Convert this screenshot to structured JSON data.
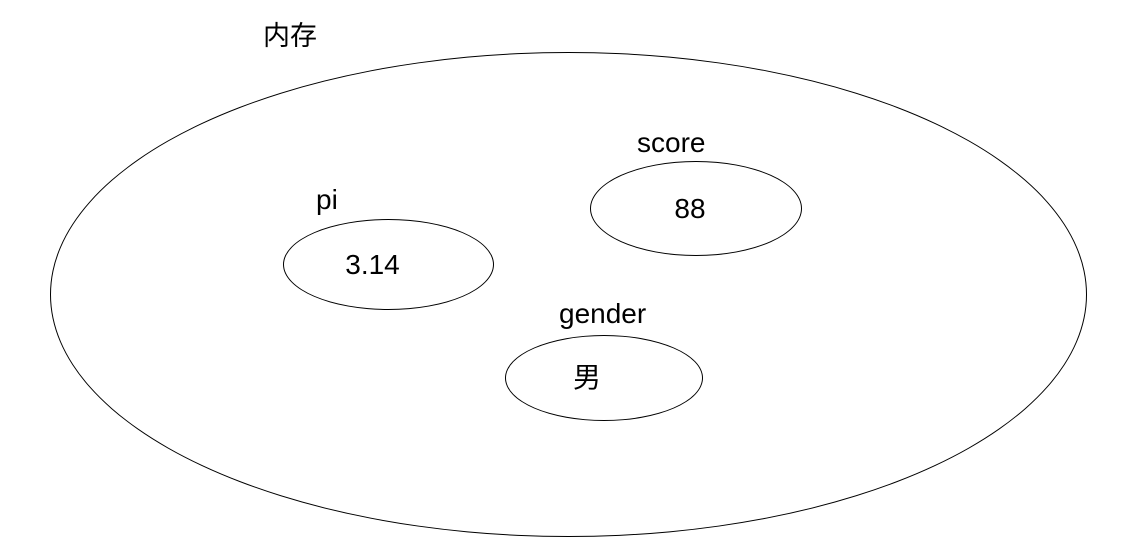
{
  "diagram": {
    "container_label": "内存",
    "variables": [
      {
        "name": "pi",
        "value": "3.14"
      },
      {
        "name": "score",
        "value": "88"
      },
      {
        "name": "gender",
        "value": "男"
      }
    ]
  }
}
